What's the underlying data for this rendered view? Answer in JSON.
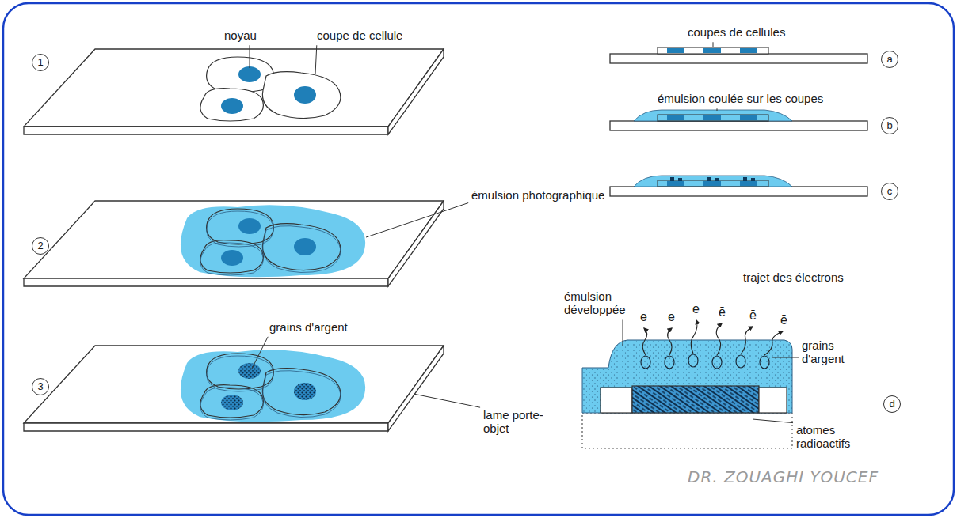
{
  "diagram": {
    "labels": [
      "1",
      "noyau",
      "coupe de cellule",
      "coupes de cellules",
      "a",
      "émulsion coulée sur les coupes",
      "b",
      "émulsion photographique",
      "2",
      "c",
      "trajet des électrons",
      "ē",
      "ē",
      "ē",
      "ē",
      "ē",
      "ē",
      "émulsion développée",
      "grains d'argent",
      "d",
      "grains d'argent",
      "3",
      "lame porte-objet",
      "atomes radioactifs",
      "DR. ZOUAGHI YOUCEF"
    ]
  }
}
